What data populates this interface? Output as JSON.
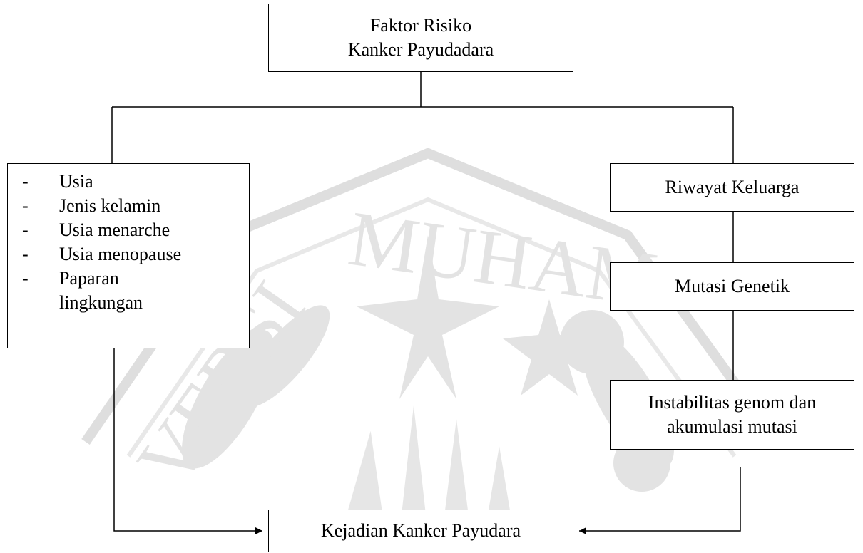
{
  "diagram": {
    "root": {
      "line1": "Faktor Risiko",
      "line2": "Kanker Payudadara"
    },
    "left_factors": {
      "bullet": "-",
      "items": [
        "Usia",
        "Jenis kelamin",
        "Usia menarche",
        "Usia menopause",
        "Paparan lingkungan"
      ]
    },
    "family_history": "Riwayat Keluarga",
    "genetic_mutation": "Mutasi Genetik",
    "genome_instability": {
      "line1": "Instabilitas genom dan",
      "line2": "akumulasi mutasi"
    },
    "outcome": "Kejadian Kanker Payudara"
  },
  "watermark": {
    "text": "UNIVERSITAS MUHAMMADIYAH",
    "color": "#d9d9d9"
  },
  "colors": {
    "line": "#000000",
    "box_border": "#000000",
    "background": "#ffffff"
  }
}
